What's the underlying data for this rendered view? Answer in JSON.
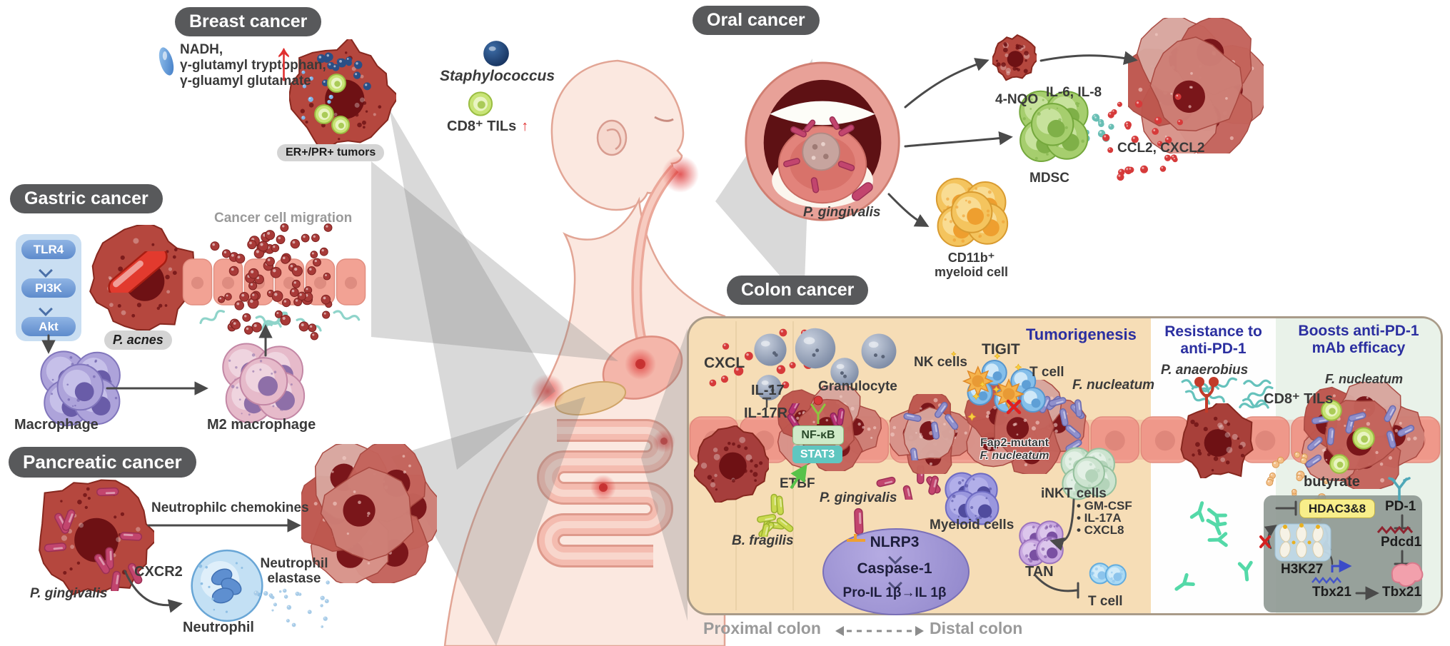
{
  "figure": {
    "title_breast": "Breast cancer",
    "title_gastric": "Gastric cancer",
    "title_pancreatic": "Pancreatic cancer",
    "title_oral": "Oral cancer",
    "title_colon": "Colon cancer"
  },
  "breast": {
    "met1": "NADH,",
    "met2": "γ-glutamyl tryptophan,",
    "met3": "γ-gluamyl glutamate",
    "up": "↑",
    "staph": "Staphylococcus",
    "cd8": "CD8⁺ TILs",
    "tumors": "ER+/PR+ tumors"
  },
  "gastric": {
    "tlr4": "TLR4",
    "pi3k": "PI3K",
    "akt": "Akt",
    "pacnes": "P. acnes",
    "migration": "Cancer cell migration",
    "macrophage": "Macrophage",
    "m2": "M2 macrophage"
  },
  "pancreatic": {
    "pging": "P. gingivalis",
    "chemokines": "Neutrophilc chemokines",
    "cxcr2": "CXCR2",
    "neut": "Neutrophil",
    "ela1": "Neutrophil",
    "ela2": "elastase"
  },
  "oral": {
    "pging": "P. gingivalis",
    "nqo": "4-NQO",
    "il": "IL-6, IL-8",
    "ccl": "CCL2, CXCL2",
    "mdsc": "MDSC",
    "cd11b1": "CD11b⁺",
    "cd11b2": "myeloid cell"
  },
  "colon": {
    "h1": "Tumorigenesis",
    "h2a": "Resistance to",
    "h2b": "anti-PD-1",
    "h3a": "Boosts anti-PD-1",
    "h3b": "mAb efficacy",
    "cxcl": "CXCL",
    "il17": "IL-17",
    "il17r": "IL-17R",
    "gran": "Granulocyte",
    "nfkb": "NF-κB",
    "stat3": "STAT3",
    "etbf": "ETBF",
    "bfrag": "B. fragilis",
    "pging": "P. gingivalis",
    "nlrp3": "NLRP3",
    "casp": "Caspase-1",
    "proil": "Pro-IL 1β→IL 1β",
    "myeloid": "Myeloid cells",
    "tigit": "TIGIT",
    "nk": "NK cells",
    "tcell": "T cell",
    "fnuc": "F. nucleatum",
    "fap1": "Fap2-mutant",
    "fap2": "F. nucleatum",
    "inkt": "iNKT cells",
    "b1": "• GM-CSF",
    "b2": "• IL-17A",
    "b3": "• CXCL8",
    "tan": "TAN",
    "tcell2": "T cell",
    "panaer": "P. anaerobius",
    "cd8": "CD8⁺ TILs",
    "fnuc2": "F. nucleatum",
    "butyrate": "butyrate",
    "hdac": "HDAC3&8",
    "pd1": "PD-1",
    "h3k27": "H3K27",
    "tbx21a": "Tbx21",
    "tbx21b": "Tbx21",
    "pdcd1": "Pdcd1"
  },
  "footer": {
    "proximal": "Proximal colon",
    "distal": "Distal colon"
  },
  "colors": {
    "accent_header": "#2B2FA0",
    "pill_bg": "#58595B",
    "panel_bg": "#F6DDB6",
    "boost_bg": "#E9F2E9",
    "resist_bg": "#FEFEFE"
  }
}
